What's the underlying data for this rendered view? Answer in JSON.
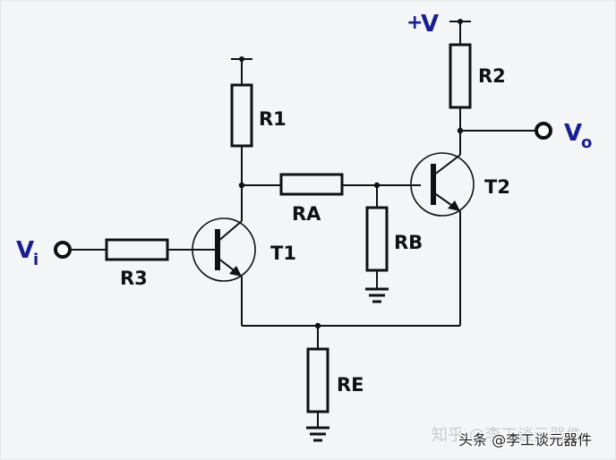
{
  "diagram": {
    "type": "circuit-schematic",
    "title": "Two-transistor amplifier with common emitter resistor",
    "supply": {
      "label_plus": "+",
      "label_v": "V"
    },
    "input": {
      "label_main": "V",
      "label_sub": "i"
    },
    "output": {
      "label_main": "V",
      "label_sub": "o"
    },
    "resistors": [
      {
        "id": "R1",
        "label": "R1"
      },
      {
        "id": "R2",
        "label": "R2"
      },
      {
        "id": "R3",
        "label": "R3"
      },
      {
        "id": "RA",
        "label": "RA"
      },
      {
        "id": "RB",
        "label": "RB"
      },
      {
        "id": "RE",
        "label": "RE"
      }
    ],
    "transistors": [
      {
        "id": "T1",
        "label": "T1",
        "type": "NPN"
      },
      {
        "id": "T2",
        "label": "T2",
        "type": "NPN"
      }
    ],
    "connections": [
      "Vi - R3 - T1 base",
      "Supply - R1 - T1 collector node",
      "T1 collector node - RA - T2 base node",
      "T2 base node - RB - ground",
      "+V - R2 - T2 collector node - Vo",
      "T1 emitter + T2 emitter - RE - ground"
    ]
  },
  "watermark": {
    "faint": "知乎 @李工谈元器件",
    "main": "头条 @李工谈元器件"
  },
  "colors": {
    "wire": "#111111",
    "label_blue": "#1a1f8f",
    "background": "#f3f5f7"
  }
}
